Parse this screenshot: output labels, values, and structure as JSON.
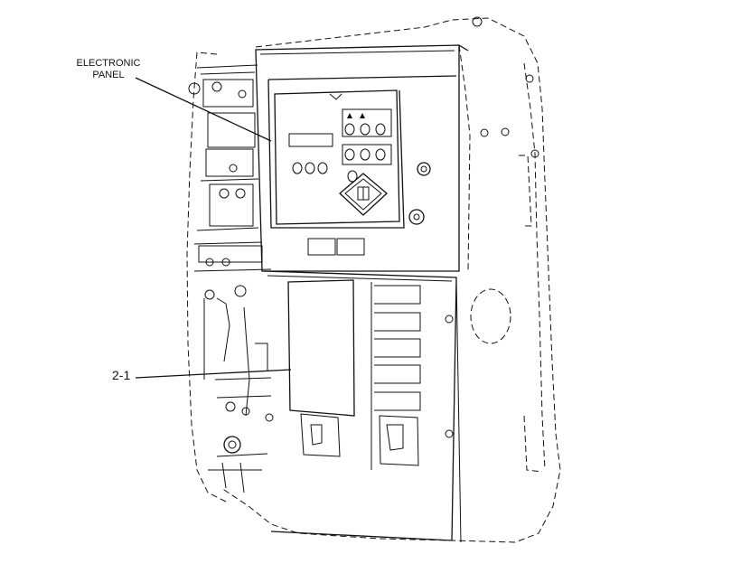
{
  "callouts": {
    "electronic_panel_line1": "ELECTRONIC",
    "electronic_panel_line2": "PANEL",
    "reference": "2-1"
  }
}
